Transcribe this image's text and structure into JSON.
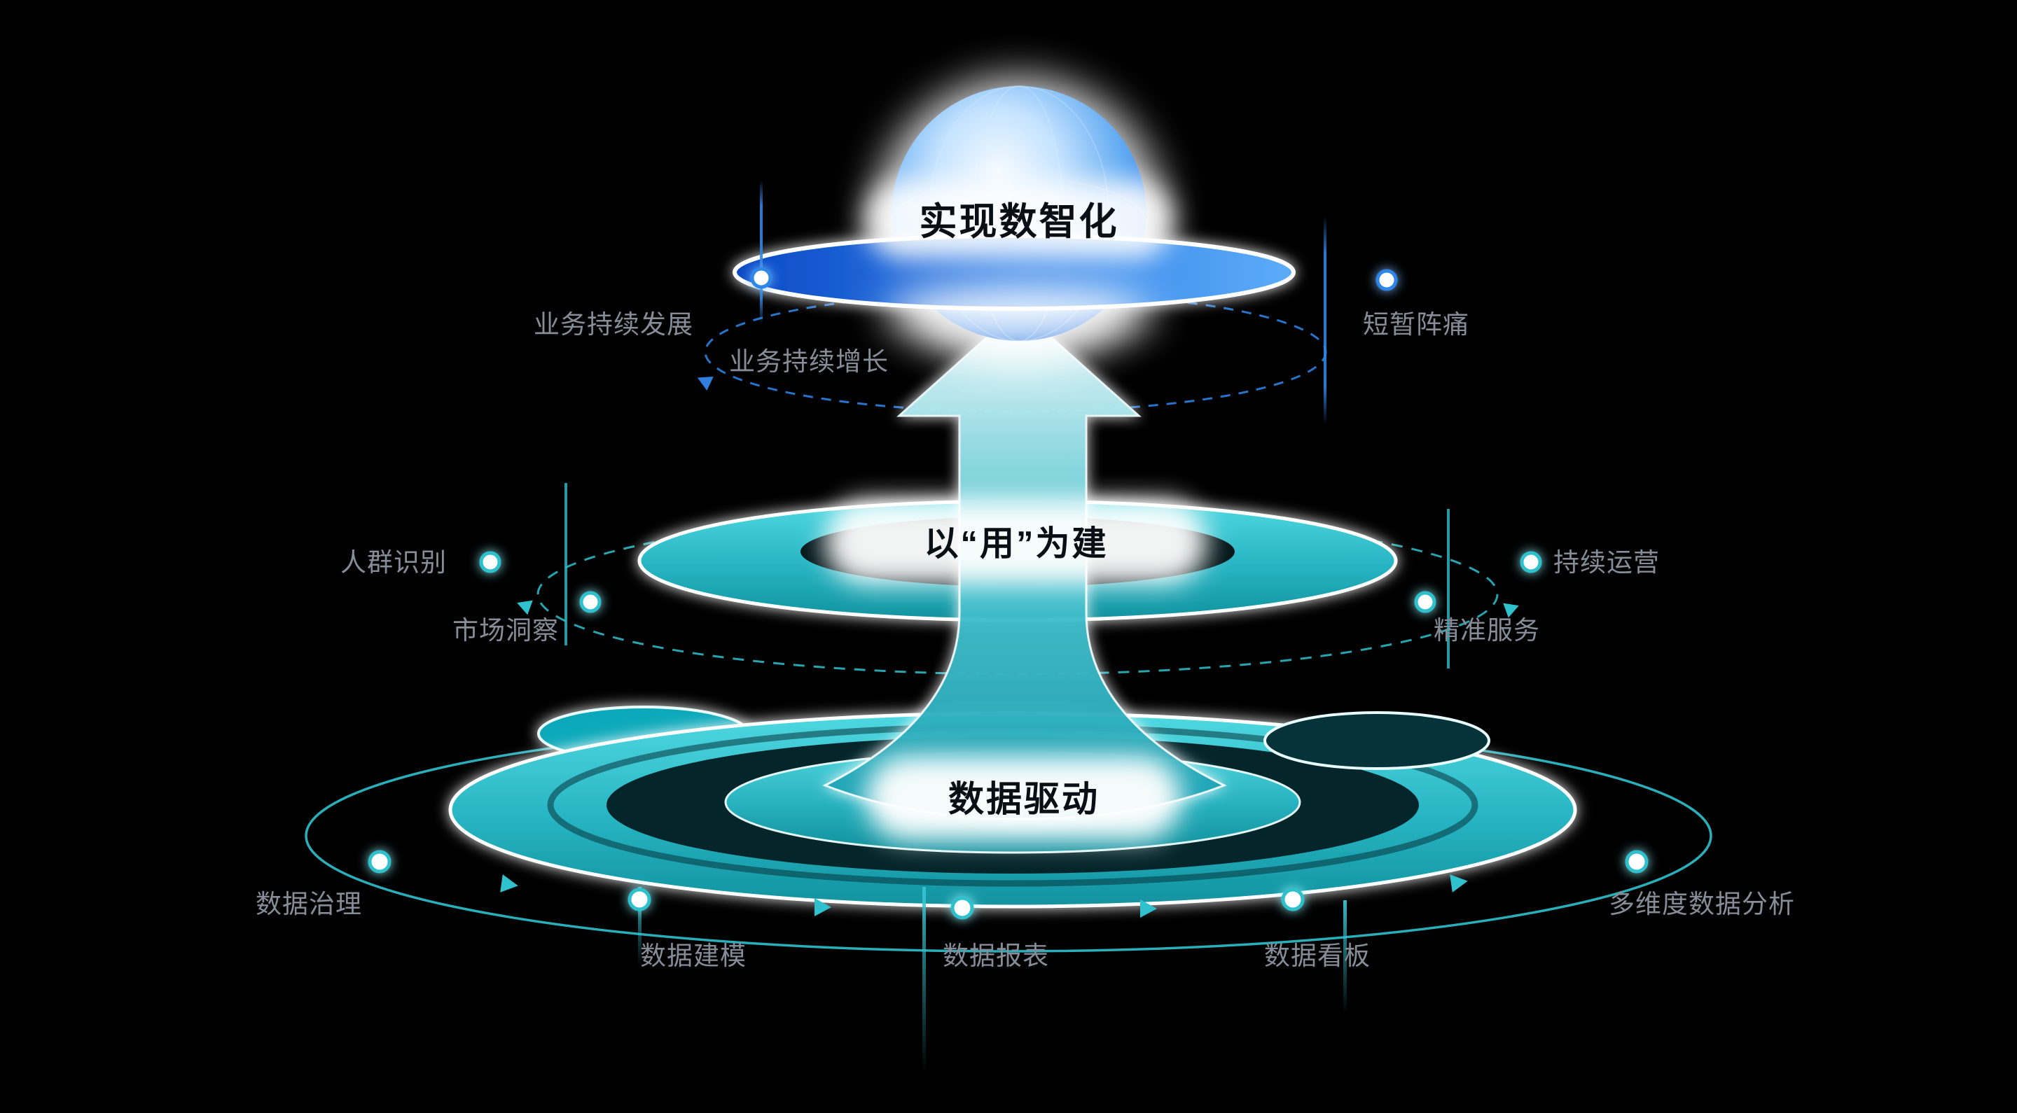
{
  "colors": {
    "background": "#000000",
    "teal_accent": "#2fc1cd",
    "blue_accent": "#2e86e8",
    "label_gray": "#868d98",
    "tier_text": "#0a0f15",
    "glow_white": "#ffffff"
  },
  "tiers": {
    "top": {
      "label": "实现数智化"
    },
    "middle": {
      "label": "以“用”为建"
    },
    "bottom": {
      "label": "数据驱动"
    }
  },
  "annotations": {
    "business_development": "业务持续发展",
    "business_growth": "业务持续增长",
    "short_term_pain": "短暂阵痛",
    "audience_identification": "人群识别",
    "market_insight": "市场洞察",
    "continuous_operation": "持续运营",
    "precision_service": "精准服务",
    "data_governance": "数据治理",
    "data_modeling": "数据建模",
    "data_report": "数据报表",
    "data_dashboard": "数据看板",
    "multidimensional_analysis": "多维度数据分析"
  }
}
